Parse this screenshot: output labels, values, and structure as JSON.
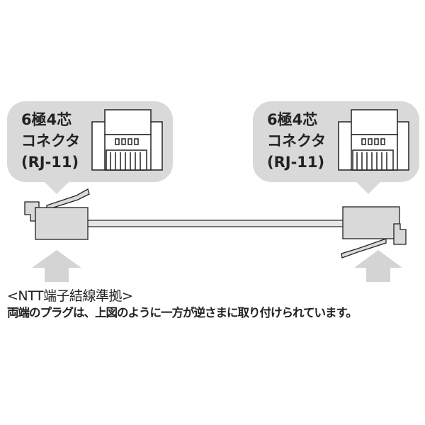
{
  "left_callout": {
    "line1": "6極4芯",
    "line2": "コネクタ",
    "line3": "(RJ-11)"
  },
  "right_callout": {
    "line1": "6極4芯",
    "line2": "コネクタ",
    "line3": "(RJ-11)"
  },
  "caption": {
    "title": "<NTT端子結線準拠>",
    "description": "両端のプラグは、上図のように一方が逆さまに取り付けられています。"
  },
  "colors": {
    "bubble": "#d9d9d9",
    "plug": "#d9d9d9",
    "arrow": "#d4d4d4",
    "line": "#222222"
  }
}
